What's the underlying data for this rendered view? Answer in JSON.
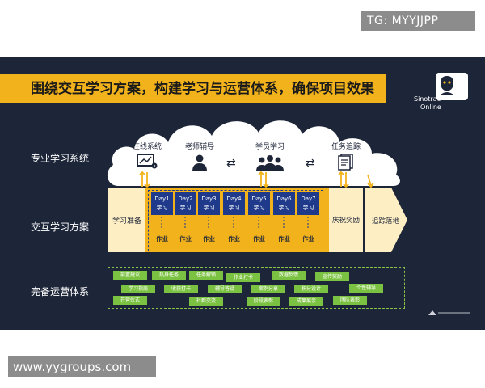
{
  "watermark_top": "TG: MYYJJPP",
  "watermark_bottom": "www.yygroups.com",
  "title": "围绕交互学习方案，构建学习与运营体系，确保项目效果",
  "logo": {
    "line1": "Sinotrac",
    "line2": "Online"
  },
  "rows": {
    "system": "专业学习系统",
    "plan": "交互学习方案",
    "ops": "完备运营体系"
  },
  "system_nodes": {
    "online": "在线系统",
    "tutor": "老师辅导",
    "learner": "学员学习",
    "tracking": "任务追踪"
  },
  "plan": {
    "prep": "学习准备",
    "days": [
      {
        "day": "Day1",
        "sub": "学习"
      },
      {
        "day": "Day2",
        "sub": "学习"
      },
      {
        "day": "Day3",
        "sub": "学习"
      },
      {
        "day": "Day4",
        "sub": "学习"
      },
      {
        "day": "Day5",
        "sub": "学习"
      },
      {
        "day": "Day6",
        "sub": "学习"
      },
      {
        "day": "Day7",
        "sub": "学习"
      }
    ],
    "homework": "作业",
    "celebrate": "庆祝奖励",
    "follow": "追踪落地"
  },
  "ops_tags": [
    "前置建议",
    "热身任务",
    "任务解锁",
    "作业打卡",
    "数据反馈",
    "宣传奖励",
    "学习指南",
    "收获打卡",
    "辅导答疑",
    "案例分享",
    "积分设计",
    "个性辅导",
    "开营仪式",
    "社群交流",
    "阶段表彰",
    "成果展示",
    "团队表彰"
  ],
  "colors": {
    "slide_bg": "#1d2538",
    "banner": "#f2b21c",
    "day_blue": "#1f3a8a",
    "homework": "#f2b21c",
    "cream": "#fdeec4",
    "ops_green": "#7cc242"
  }
}
